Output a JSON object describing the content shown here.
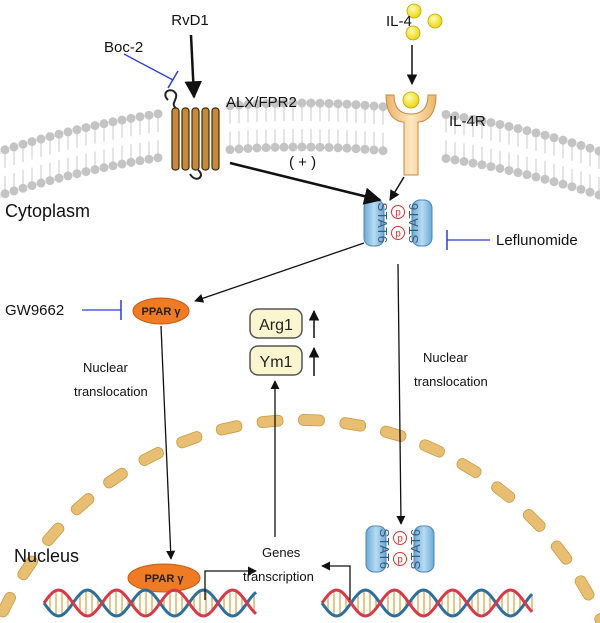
{
  "labels": {
    "rvd1": "RvD1",
    "boc2": "Boc-2",
    "alx": "ALX/FPR2",
    "il4": "IL-4",
    "il4r": "IL-4R",
    "plus": "( + )",
    "cytoplasm": "Cytoplasm",
    "nucleus": "Nucleus",
    "leflunomide": "Leflunomide",
    "gw9662": "GW9662",
    "ppar": "PPAR γ",
    "arg1": "Arg1",
    "ym1": "Ym1",
    "nuclear": "Nuclear",
    "translocation": "translocation",
    "genes": "Genes",
    "transcription": "transcription",
    "stat6": "STAT6",
    "p": "p"
  },
  "colors": {
    "membrane": "#c9c9c9",
    "receptor": "#c8893a",
    "stat": "#8fc3e6",
    "ppar": "#f07b25",
    "ligand": "#f3e21b",
    "nuclear_envelope": "#e8bf72",
    "box_fill": "#fbf6cf",
    "inhibitor": "#2b3fd6"
  }
}
